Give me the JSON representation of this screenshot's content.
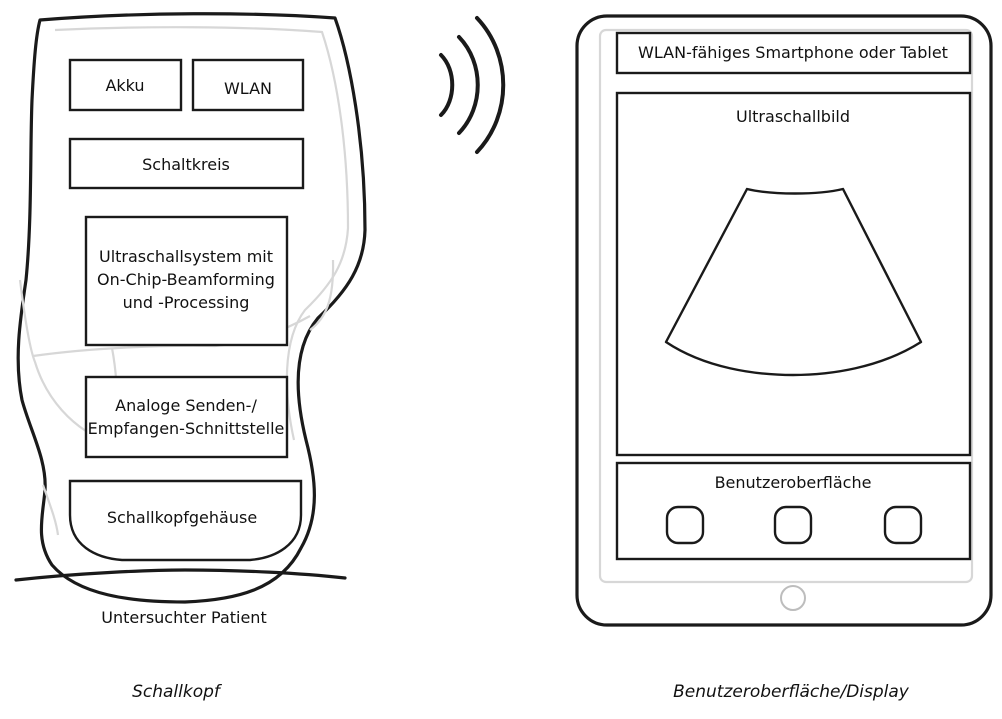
{
  "probe": {
    "battery_label": "Akku",
    "wifi_label": "WLAN",
    "circuit_label": "Schaltkreis",
    "ultrasound_system_lines": [
      "Ultraschallsystem mit",
      "On-Chip-Beamforming",
      "und -Processing"
    ],
    "analog_interface_lines": [
      "Analoge Senden-/",
      "Empfangen-Schnittstelle"
    ],
    "housing_label": "Schallkopfgehäuse",
    "patient_label": "Untersuchter Patient",
    "caption": "Schallkopf"
  },
  "tablet": {
    "device_label": "WLAN-fähiges Smartphone oder Tablet",
    "image_label": "Ultraschallbild",
    "ui_label": "Benutzeroberfläche",
    "caption": "Benutzeroberfläche/Display"
  },
  "wireless_icon": "wifi-waves-icon",
  "home_button_icon": "home-button-icon",
  "ui_button_icons": [
    "ui-button-icon",
    "ui-button-icon",
    "ui-button-icon"
  ]
}
